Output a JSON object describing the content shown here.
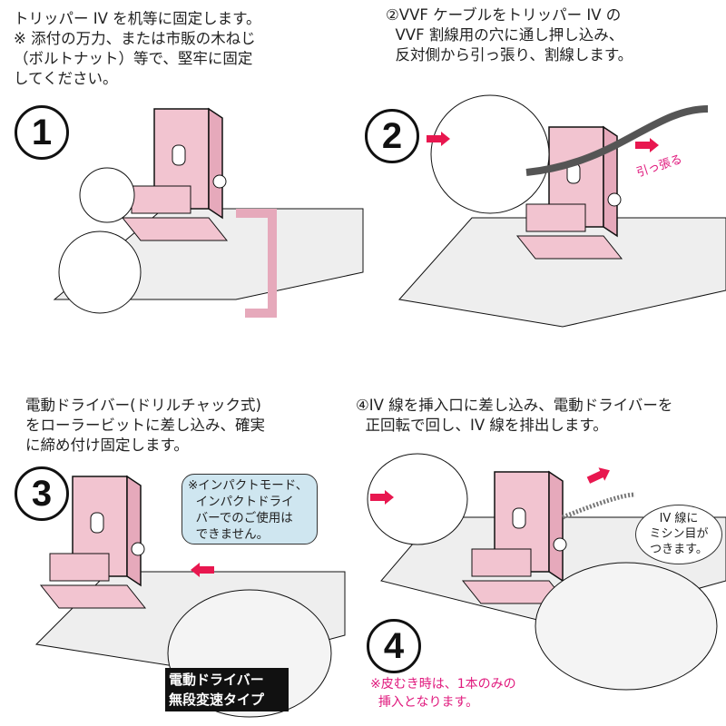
{
  "steps": [
    {
      "number": "1",
      "text": "トリッパー IV を机等に固定します。\n※ 添付の万力、または市販の木ねじ\n（ボルトナット）等で、堅牢に固定\nしてください。"
    },
    {
      "number": "2",
      "text": "②VVF ケーブルをトリッパー IV の\n  VVF 割線用の穴に通し押し込み、\n  反対側から引っ張り、割線します。",
      "callout": "引っ張る"
    },
    {
      "number": "3",
      "text": "電動ドライバー(ドリルチャック式)\nをローラービットに差し込み、確実\nに締め付け固定します。",
      "warning": "※インパクトモード、\n  インパクトドライ\n  バーでのご使用は\n  できません。",
      "badge": "電動ドライバー\n無段変速タイプ"
    },
    {
      "number": "4",
      "text": "④IV 線を挿入口に差し込み、電動ドライバーを\n  正回転で回し、IV 線を排出します。",
      "speech": "IV 線に\nミシン目が\nつきます。",
      "note": "※皮むき時は、1本のみの\n  挿入となります。"
    }
  ],
  "colors": {
    "device": "#f2c4d0",
    "arrow": "#e8174f",
    "note": "#e0197d",
    "bubble": "#cfe6f0"
  }
}
